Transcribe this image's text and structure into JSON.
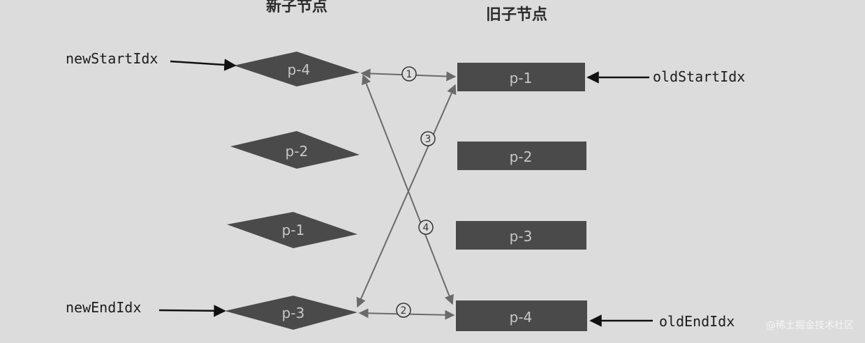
{
  "titles": {
    "new_children": "新子节点",
    "old_children": "旧子节点"
  },
  "pointers": {
    "new_start": "newStartIdx",
    "new_end": "newEndIdx",
    "old_start": "oldStartIdx",
    "old_end": "oldEndIdx"
  },
  "new_nodes": [
    "p-4",
    "p-2",
    "p-1",
    "p-3"
  ],
  "old_nodes": [
    "p-1",
    "p-2",
    "p-3",
    "p-4"
  ],
  "steps": [
    "1",
    "2",
    "3",
    "4"
  ],
  "watermark": "@稀土掘金技术社区",
  "colors": {
    "node_fill": "#4a4a4a",
    "arrow": "#6a6a6a",
    "pointer_arrow": "#111111",
    "background": "#dcdcdc"
  }
}
